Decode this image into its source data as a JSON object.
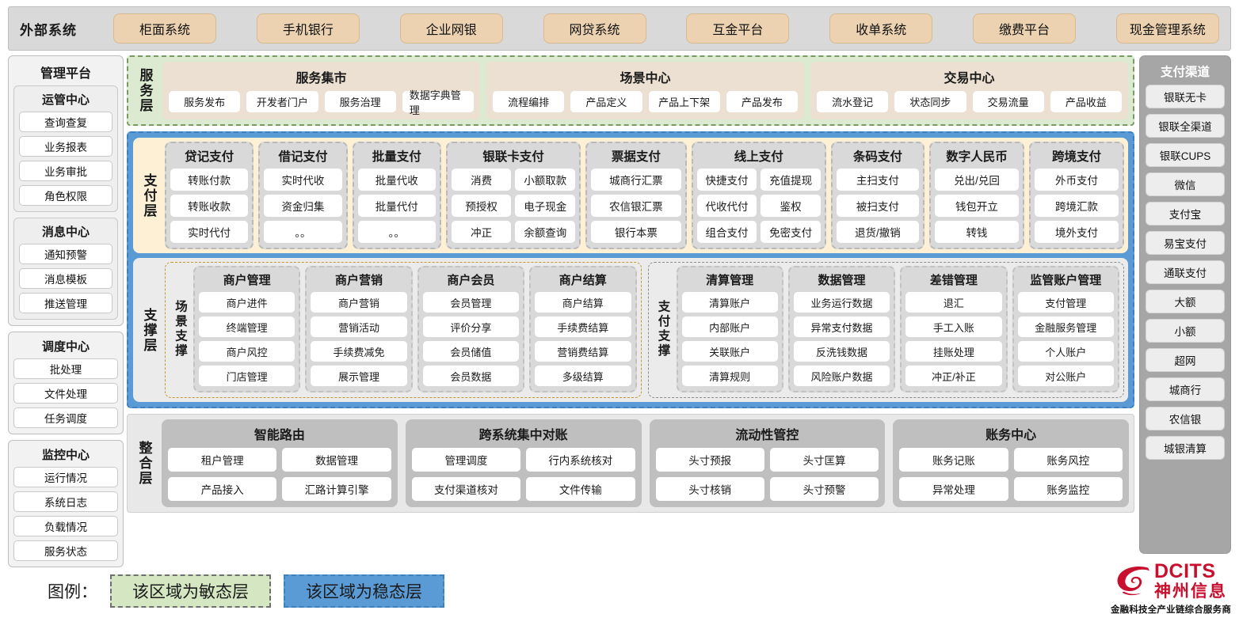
{
  "external": {
    "title": "外部系统",
    "items": [
      "柜面系统",
      "手机银行",
      "企业网银",
      "网贷系统",
      "互金平台",
      "收单系统",
      "缴费平台",
      "现金管理系统"
    ]
  },
  "left": {
    "platform_title": "管理平台",
    "groups": [
      {
        "title": "运管中心",
        "items": [
          "查询查复",
          "业务报表",
          "业务审批",
          "角色权限"
        ]
      },
      {
        "title": "消息中心",
        "items": [
          "通知预警",
          "消息模板",
          "推送管理"
        ]
      }
    ],
    "standalone": [
      {
        "title": "调度中心",
        "items": [
          "批处理",
          "文件处理",
          "任务调度"
        ]
      },
      {
        "title": "监控中心",
        "items": [
          "运行情况",
          "系统日志",
          "负载情况",
          "服务状态"
        ]
      }
    ]
  },
  "service_layer": {
    "label": "服务层",
    "groups": [
      {
        "title": "服务集市",
        "items": [
          "服务发布",
          "开发者门户",
          "服务治理",
          "数据字典管理"
        ]
      },
      {
        "title": "场景中心",
        "items": [
          "流程编排",
          "产品定义",
          "产品上下架",
          "产品发布"
        ]
      },
      {
        "title": "交易中心",
        "items": [
          "流水登记",
          "状态同步",
          "交易流量",
          "产品收益"
        ]
      }
    ]
  },
  "payment_layer": {
    "label": "支付层",
    "columns": [
      {
        "title": "贷记支付",
        "cols": 1,
        "items": [
          "转账付款",
          "转账收款",
          "实时代付"
        ]
      },
      {
        "title": "借记支付",
        "cols": 1,
        "items": [
          "实时代收",
          "资金归集",
          "。。"
        ]
      },
      {
        "title": "批量支付",
        "cols": 1,
        "items": [
          "批量代收",
          "批量代付",
          "。。"
        ]
      },
      {
        "title": "银联卡支付",
        "cols": 2,
        "items": [
          "消费",
          "小额取款",
          "预授权",
          "电子现金",
          "冲正",
          "余额查询"
        ]
      },
      {
        "title": "票据支付",
        "cols": 1,
        "items": [
          "城商行汇票",
          "农信银汇票",
          "银行本票"
        ]
      },
      {
        "title": "线上支付",
        "cols": 2,
        "items": [
          "快捷支付",
          "充值提现",
          "代收代付",
          "鉴权",
          "组合支付",
          "免密支付"
        ]
      },
      {
        "title": "条码支付",
        "cols": 1,
        "items": [
          "主扫支付",
          "被扫支付",
          "退货/撤销"
        ]
      },
      {
        "title": "数字人民币",
        "cols": 1,
        "items": [
          "兑出/兑回",
          "钱包开立",
          "转钱"
        ]
      },
      {
        "title": "跨境支付",
        "cols": 1,
        "items": [
          "外币支付",
          "跨境汇款",
          "境外支付"
        ]
      }
    ]
  },
  "support_layer": {
    "label": "支撑层",
    "zones": [
      {
        "label": "场景支撑",
        "columns": [
          {
            "title": "商户管理",
            "items": [
              "商户进件",
              "终端管理",
              "商户风控",
              "门店管理"
            ]
          },
          {
            "title": "商户营销",
            "items": [
              "商户营销",
              "营销活动",
              "手续费减免",
              "展示管理"
            ]
          },
          {
            "title": "商户会员",
            "items": [
              "会员管理",
              "评价分享",
              "会员储值",
              "会员数据"
            ]
          },
          {
            "title": "商户结算",
            "items": [
              "商户结算",
              "手续费结算",
              "营销费结算",
              "多级结算"
            ]
          }
        ]
      },
      {
        "label": "支付支撑",
        "columns": [
          {
            "title": "清算管理",
            "items": [
              "清算账户",
              "内部账户",
              "关联账户",
              "清算规则"
            ]
          },
          {
            "title": "数据管理",
            "items": [
              "业务运行数据",
              "异常支付数据",
              "反洗钱数据",
              "风险账户数据"
            ]
          },
          {
            "title": "差错管理",
            "items": [
              "退汇",
              "手工入账",
              "挂账处理",
              "冲正/补正"
            ]
          },
          {
            "title": "监管账户管理",
            "items": [
              "支付管理",
              "金融服务管理",
              "个人账户",
              "对公账户"
            ]
          }
        ]
      }
    ]
  },
  "integration_layer": {
    "label": "整合层",
    "groups": [
      {
        "title": "智能路由",
        "items": [
          "租户管理",
          "数据管理",
          "产品接入",
          "汇路计算引擎"
        ]
      },
      {
        "title": "跨系统集中对账",
        "items": [
          "管理调度",
          "行内系统核对",
          "支付渠道核对",
          "文件传输"
        ]
      },
      {
        "title": "流动性管控",
        "items": [
          "头寸预报",
          "头寸匡算",
          "头寸核销",
          "头寸预警"
        ]
      },
      {
        "title": "账务中心",
        "items": [
          "账务记账",
          "账务风控",
          "异常处理",
          "账务监控"
        ]
      }
    ]
  },
  "channels": {
    "title": "支付渠道",
    "items": [
      "银联无卡",
      "银联全渠道",
      "银联CUPS",
      "微信",
      "支付宝",
      "易宝支付",
      "通联支付",
      "大额",
      "小额",
      "超网",
      "城商行",
      "农信银",
      "城银清算"
    ]
  },
  "legend": {
    "label": "图例：",
    "agile": "该区域为敏态层",
    "stable": "该区域为稳态层",
    "agile_color": "#d5e6c3",
    "stable_color": "#5b9bd5"
  },
  "logo": {
    "en": "DCITS",
    "cn": "神州信息",
    "tagline": "金融科技全产业链综合服务商",
    "color": "#c8102e"
  }
}
